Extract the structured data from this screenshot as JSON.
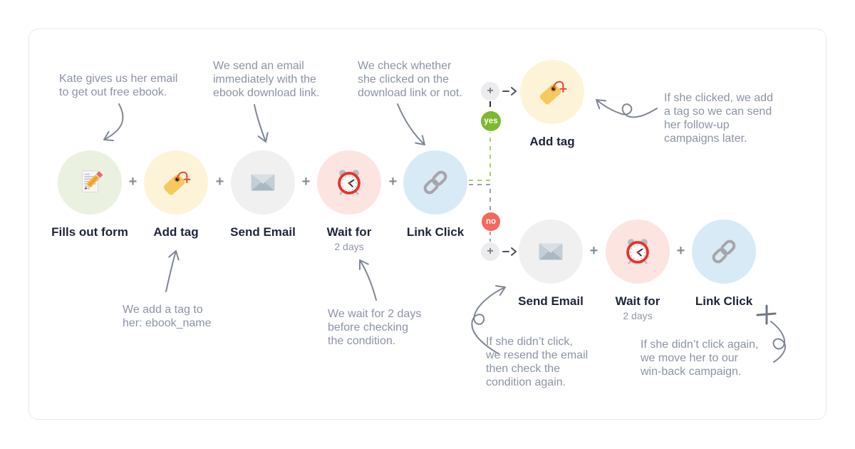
{
  "ui": {
    "plus_separator": "+",
    "plus_control": "+",
    "colors": {
      "yes_badge": "#7cb92e",
      "no_badge": "#f4685e",
      "green_dash": "#abd36a",
      "gray_dash": "#9aa1ac",
      "node_green": "#eaf1e0",
      "node_yellow": "#fdf3d8",
      "node_gray": "#f0f0f1",
      "node_pink": "#fce5e1",
      "node_blue": "#d9eaf7",
      "label_text": "#20263a",
      "annotation_text": "#8b93a4",
      "arrow": "#7f8795"
    }
  },
  "flow": {
    "main": {
      "nodes": [
        {
          "label": "Fills out form",
          "icon": "form-pencil-icon"
        },
        {
          "label": "Add tag",
          "icon": "tag-icon"
        },
        {
          "label": "Send Email",
          "icon": "envelope-icon"
        },
        {
          "label": "Wait for",
          "sublabel": "2 days",
          "icon": "alarm-clock-icon"
        },
        {
          "label": "Link Click",
          "icon": "chain-link-icon"
        }
      ]
    },
    "yes_branch": {
      "badge": "yes",
      "nodes": [
        {
          "label": "Add tag",
          "icon": "tag-icon"
        }
      ]
    },
    "no_branch": {
      "badge": "no",
      "nodes": [
        {
          "label": "Send Email",
          "icon": "envelope-icon"
        },
        {
          "label": "Wait for",
          "sublabel": "2 days",
          "icon": "alarm-clock-icon"
        },
        {
          "label": "Link Click",
          "icon": "chain-link-icon"
        }
      ]
    }
  },
  "annotations": {
    "signup": "Kate gives us her email\nto get out free ebook.",
    "send_email": "We send an email\nimmediately with the\nebook download link.",
    "check_click": "We check whether\nshe clicked on the\ndownload link or not.",
    "clicked": "If she clicked, we add\na tag so we can send\nher follow-up\ncampaigns later.",
    "add_tag": "We add a tag to\nher: ebook_name",
    "wait": "We wait for 2 days\nbefore checking\nthe condition.",
    "not_clicked": "If she didn’t click,\nwe resend the email\nthen check the\ncondition again.",
    "win_back": "If she didn’t click again,\nwe move her to our\nwin-back campaign."
  }
}
